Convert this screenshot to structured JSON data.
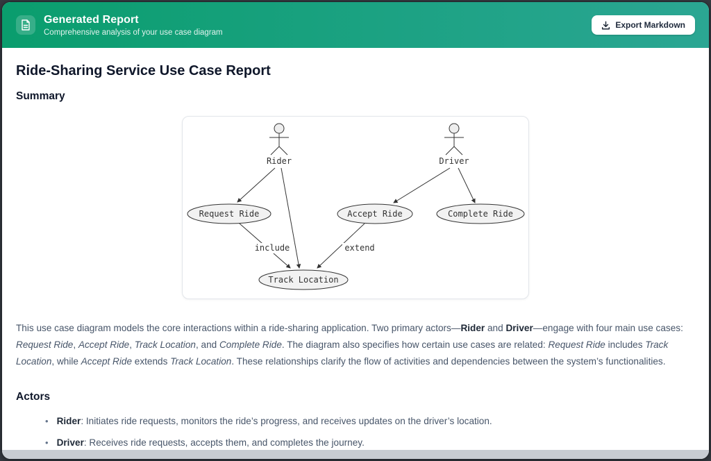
{
  "header": {
    "title": "Generated Report",
    "subtitle": "Comprehensive analysis of your use case diagram",
    "export_button": "Export Markdown"
  },
  "report": {
    "title": "Ride-Sharing Service Use Case Report",
    "summary_heading": "Summary",
    "actors_heading": "Actors",
    "summary_segments": [
      {
        "t": "This use case diagram models the core interactions within a ride-sharing application. Two primary actors—"
      },
      {
        "t": "Rider",
        "s": "b"
      },
      {
        "t": " and "
      },
      {
        "t": "Driver",
        "s": "b"
      },
      {
        "t": "—engage with four main use cases: "
      },
      {
        "t": "Request Ride",
        "s": "i"
      },
      {
        "t": ", "
      },
      {
        "t": "Accept Ride",
        "s": "i"
      },
      {
        "t": ", "
      },
      {
        "t": "Track Location",
        "s": "i"
      },
      {
        "t": ", and "
      },
      {
        "t": "Complete Ride",
        "s": "i"
      },
      {
        "t": ". The diagram also specifies how certain use cases are related: "
      },
      {
        "t": "Request Ride",
        "s": "i"
      },
      {
        "t": " includes "
      },
      {
        "t": "Track Location",
        "s": "i"
      },
      {
        "t": ", while "
      },
      {
        "t": "Accept Ride",
        "s": "i"
      },
      {
        "t": " extends "
      },
      {
        "t": "Track Location",
        "s": "i"
      },
      {
        "t": ". These relationships clarify the flow of activities and dependencies between the system’s functionalities."
      }
    ],
    "actor_items": [
      [
        {
          "t": "Rider",
          "s": "b"
        },
        {
          "t": ": Initiates ride requests, monitors the ride’s progress, and receives updates on the driver’s location."
        }
      ],
      [
        {
          "t": "Driver",
          "s": "b"
        },
        {
          "t": ": Receives ride requests, accepts them, and completes the journey."
        }
      ]
    ]
  },
  "diagram": {
    "actors": [
      {
        "label": "Rider"
      },
      {
        "label": "Driver"
      }
    ],
    "use_cases": [
      {
        "label": "Request Ride"
      },
      {
        "label": "Accept Ride"
      },
      {
        "label": "Complete Ride"
      },
      {
        "label": "Track Location"
      }
    ],
    "edges": [
      {
        "from": "Rider",
        "to": "Request Ride"
      },
      {
        "from": "Rider",
        "to": "Track Location"
      },
      {
        "from": "Driver",
        "to": "Accept Ride"
      },
      {
        "from": "Driver",
        "to": "Complete Ride"
      }
    ],
    "relationships": [
      {
        "label": "include",
        "from": "Request Ride",
        "to": "Track Location"
      },
      {
        "label": "extend",
        "from": "Accept Ride",
        "to": "Track Location"
      }
    ]
  },
  "colors": {
    "header_gradient_start": "#0a9d6d",
    "header_gradient_end": "#2ba693",
    "diagram_stroke": "#333333",
    "diagram_fill": "#f2f2f2"
  }
}
